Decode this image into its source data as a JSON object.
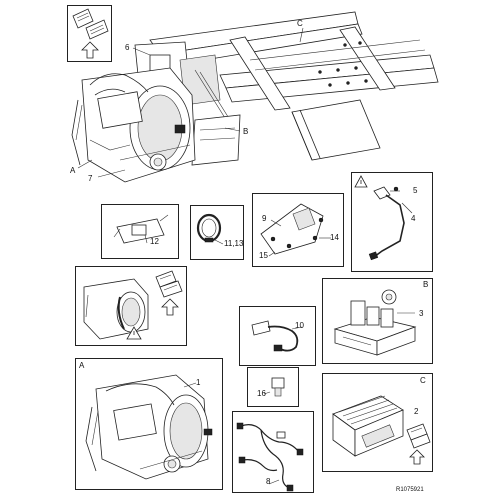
{
  "callouts": {
    "n1": "1",
    "n2": "2",
    "n3": "3",
    "n4": "4",
    "n5": "5",
    "n6": "6",
    "n7": "7",
    "n8": "8",
    "n9": "9",
    "n10": "10",
    "n11_13": "11,13",
    "n12": "12",
    "n14": "14",
    "n15": "15",
    "n16": "16",
    "a_main": "A",
    "b_main": "B",
    "c_main": "C",
    "a_panel": "A",
    "b_panel": "B",
    "c_panel": "C"
  },
  "reference": "R1075921",
  "icons": {
    "arrow": "up-arrow-icon",
    "warning": "warning-triangle-icon",
    "document": "document-icon"
  }
}
